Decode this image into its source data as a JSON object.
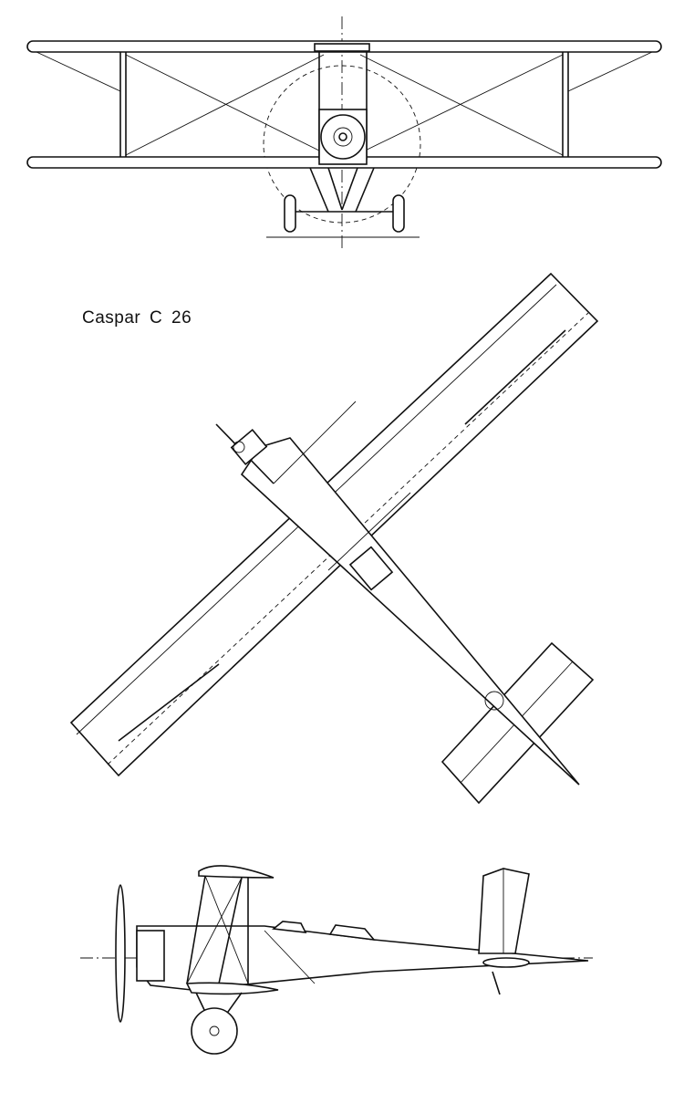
{
  "drawing": {
    "title": "Caspar C 26",
    "views": [
      "front",
      "top",
      "side"
    ]
  }
}
